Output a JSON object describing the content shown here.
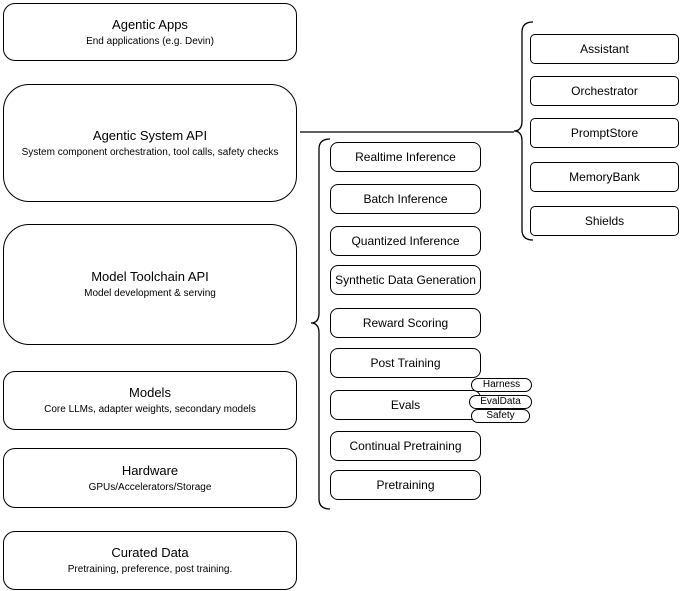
{
  "diagram": {
    "left_stack": [
      {
        "title": "Agentic Apps",
        "subtitle": "End applications (e.g. Devin)"
      },
      {
        "title": "Agentic System API",
        "subtitle": "System component orchestration, tool calls, safety checks"
      },
      {
        "title": "Model Toolchain API",
        "subtitle": "Model development & serving"
      },
      {
        "title": "Models",
        "subtitle": "Core LLMs, adapter weights, secondary models"
      },
      {
        "title": "Hardware",
        "subtitle": "GPUs/Accelerators/Storage"
      },
      {
        "title": "Curated Data",
        "subtitle": "Pretraining, preference, post training."
      }
    ],
    "toolchain_components": [
      "Realtime Inference",
      "Batch Inference",
      "Quantized Inference",
      "Synthetic Data Generation",
      "Reward Scoring",
      "Post Training",
      "Evals",
      "Continual Pretraining",
      "Pretraining"
    ],
    "evals_tags": [
      "Harness",
      "EvalData",
      "Safety"
    ],
    "system_components": [
      "Assistant",
      "Orchestrator",
      "PromptStore",
      "MemoryBank",
      "Shields"
    ],
    "colors": {
      "stroke": "#000000",
      "fill": "#ffffff",
      "text": "#000000"
    }
  }
}
